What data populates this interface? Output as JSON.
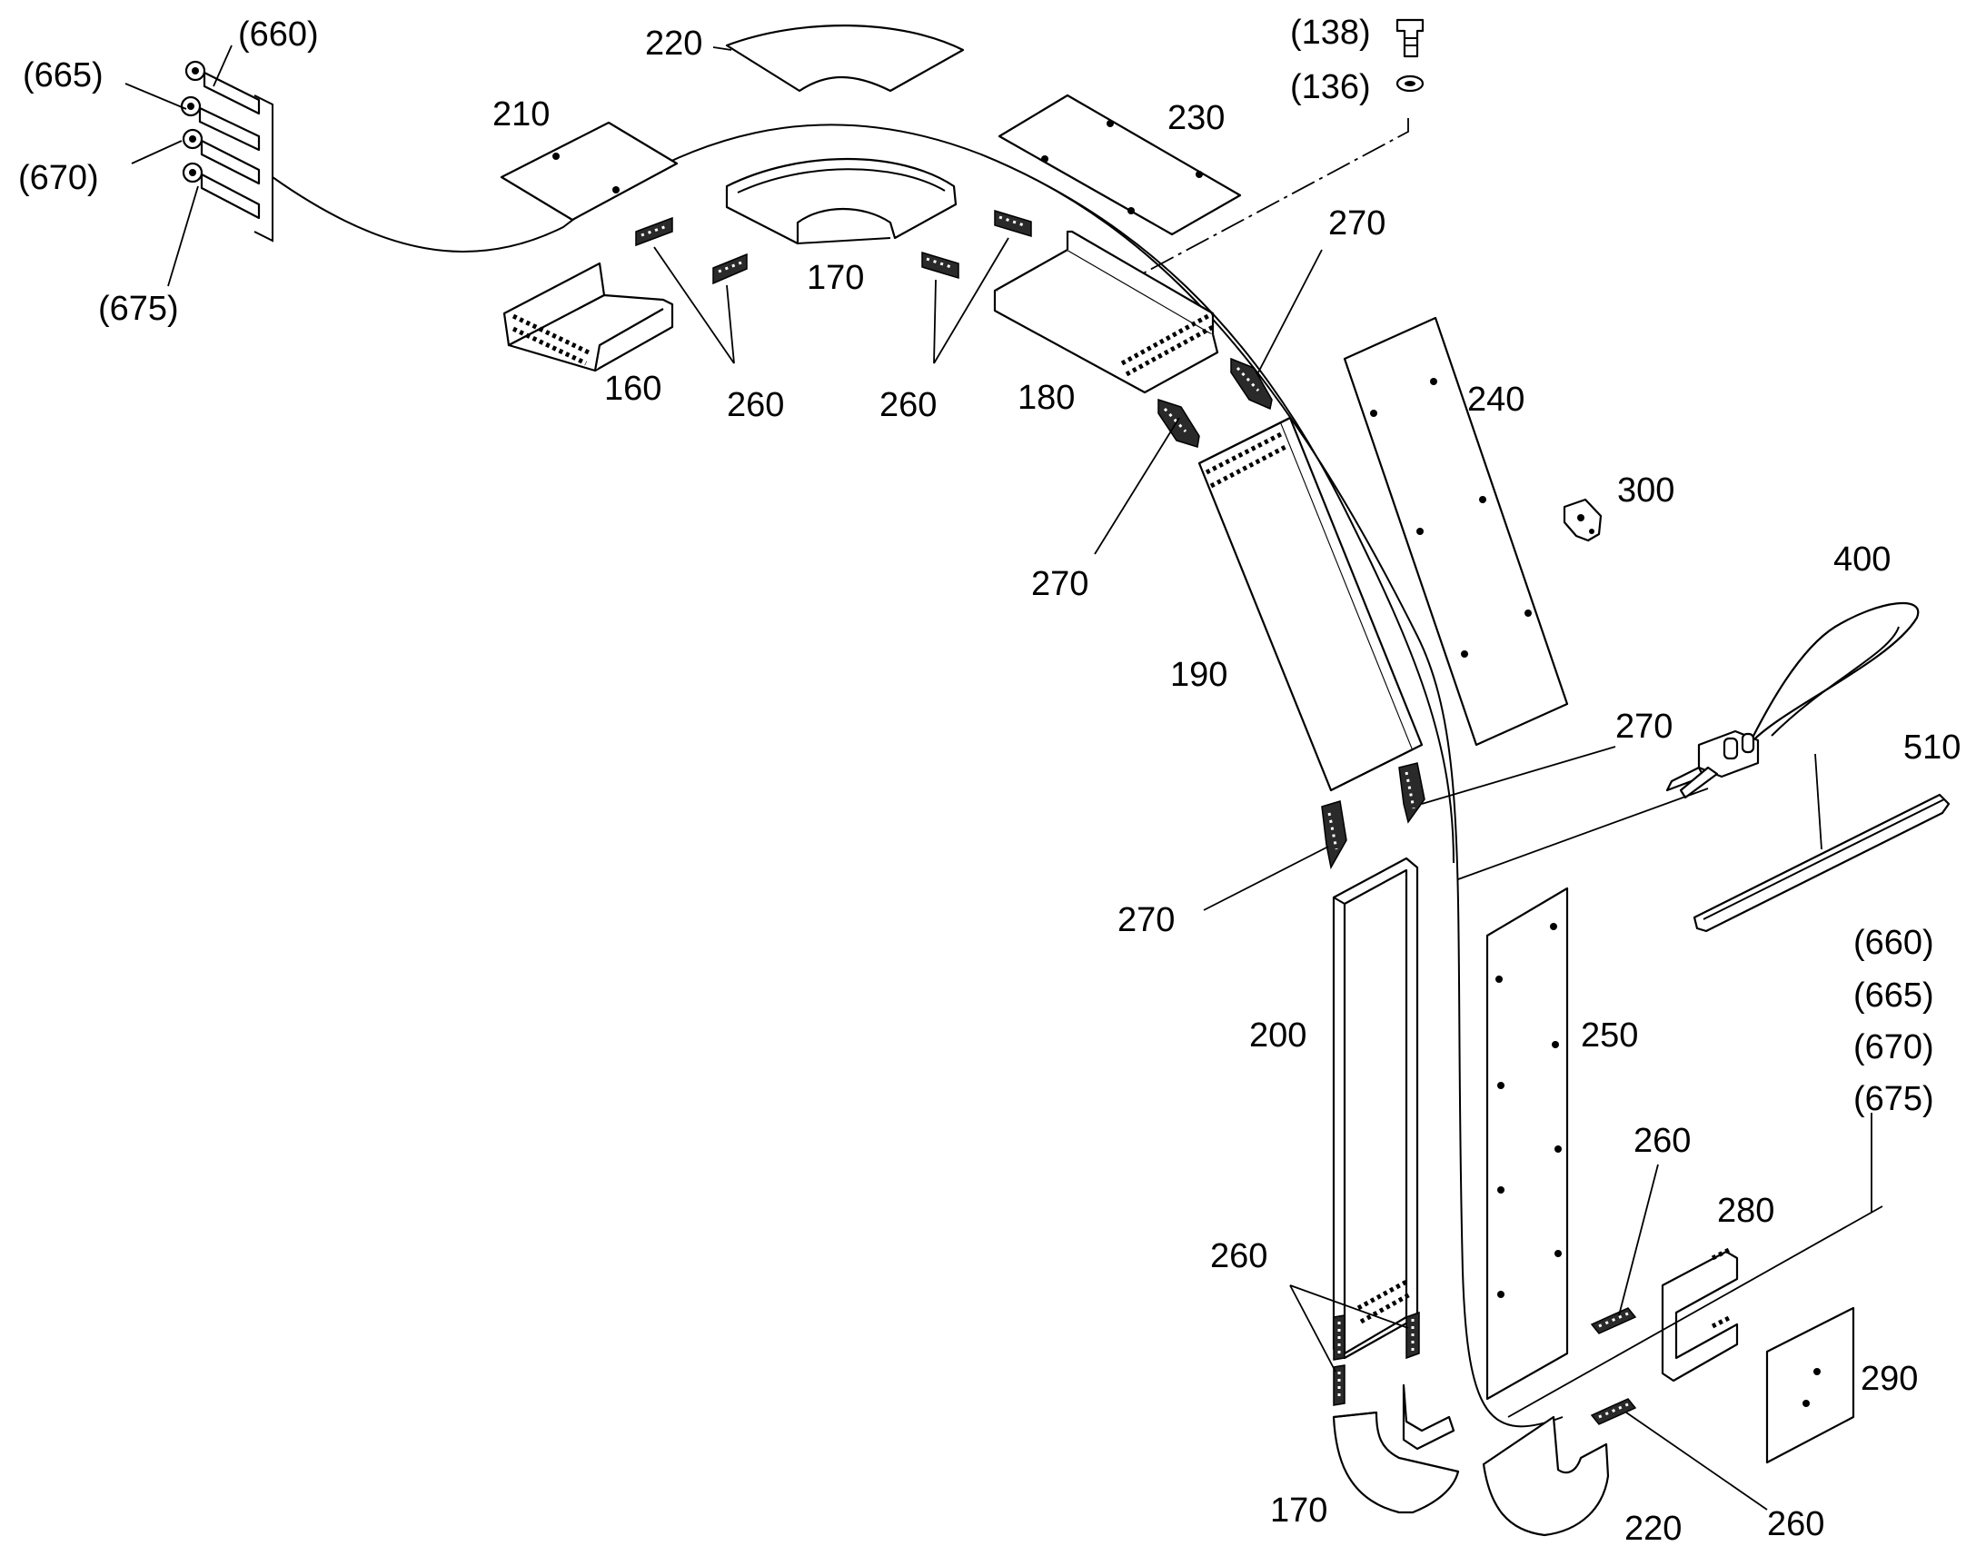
{
  "labels": {
    "l660a": "(660)",
    "l665a": "(665)",
    "l670a": "(670)",
    "l675a": "(675)",
    "l220a": "220",
    "l210": "210",
    "l230": "230",
    "l138": "(138)",
    "l136": "(136)",
    "l170a": "170",
    "l160": "160",
    "l260a": "260",
    "l260b": "260",
    "l180": "180",
    "l270a": "270",
    "l270b": "270",
    "l240": "240",
    "l300": "300",
    "l400": "400",
    "l190": "190",
    "l270c": "270",
    "l510": "510",
    "l270d": "270",
    "l660b": "(660)",
    "l665b": "(665)",
    "l670b": "(670)",
    "l675b": "(675)",
    "l200": "200",
    "l250": "250",
    "l260c": "260",
    "l280": "280",
    "l260d": "260",
    "l290": "290",
    "l170b": "170",
    "l220b": "220",
    "l260e": "260"
  }
}
